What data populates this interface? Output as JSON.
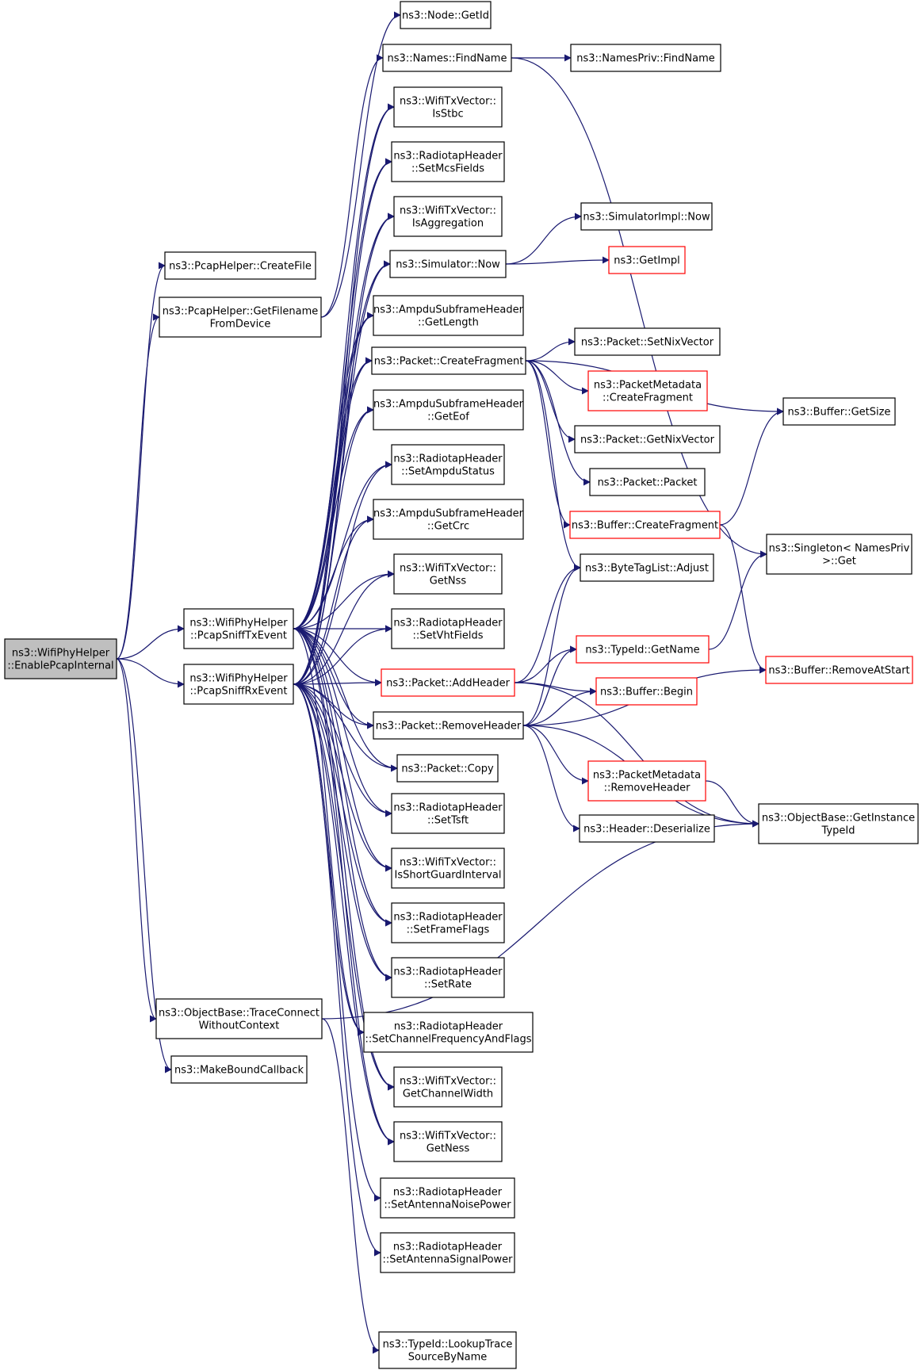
{
  "colors": {
    "edge": "#191970",
    "node_border": "#000000",
    "node_border_truncated": "#ff0000",
    "root_fill": "#bfbfbf",
    "node_fill": "#ffffff"
  },
  "nodes": [
    {
      "id": "root",
      "lines": [
        "ns3::WifiPhyHelper",
        "::EnablePcapInternal"
      ],
      "style": "root"
    },
    {
      "id": "createfile",
      "lines": [
        "ns3::PcapHelper::CreateFile"
      ]
    },
    {
      "id": "getfilename",
      "lines": [
        "ns3::PcapHelper::GetFilename",
        "FromDevice"
      ]
    },
    {
      "id": "tx",
      "lines": [
        "ns3::WifiPhyHelper",
        "::PcapSniffTxEvent"
      ]
    },
    {
      "id": "rx",
      "lines": [
        "ns3::WifiPhyHelper",
        "::PcapSniffRxEvent"
      ]
    },
    {
      "id": "traceconnect",
      "lines": [
        "ns3::ObjectBase::TraceConnect",
        "WithoutContext"
      ]
    },
    {
      "id": "makebound",
      "lines": [
        "ns3::MakeBoundCallback"
      ]
    },
    {
      "id": "nodegetid",
      "lines": [
        "ns3::Node::GetId"
      ]
    },
    {
      "id": "findname",
      "lines": [
        "ns3::Names::FindName"
      ]
    },
    {
      "id": "isstbc",
      "lines": [
        "ns3::WifiTxVector::",
        "IsStbc"
      ]
    },
    {
      "id": "setmcs",
      "lines": [
        "ns3::RadiotapHeader",
        "::SetMcsFields"
      ]
    },
    {
      "id": "isaggr",
      "lines": [
        "ns3::WifiTxVector::",
        "IsAggregation"
      ]
    },
    {
      "id": "simnow",
      "lines": [
        "ns3::Simulator::Now"
      ]
    },
    {
      "id": "ampdulen",
      "lines": [
        "ns3::AmpduSubframeHeader",
        "::GetLength"
      ]
    },
    {
      "id": "createfrag",
      "lines": [
        "ns3::Packet::CreateFragment"
      ]
    },
    {
      "id": "ampdueof",
      "lines": [
        "ns3::AmpduSubframeHeader",
        "::GetEof"
      ]
    },
    {
      "id": "setampdu",
      "lines": [
        "ns3::RadiotapHeader",
        "::SetAmpduStatus"
      ]
    },
    {
      "id": "ampducrc",
      "lines": [
        "ns3::AmpduSubframeHeader",
        "::GetCrc"
      ]
    },
    {
      "id": "getnss",
      "lines": [
        "ns3::WifiTxVector::",
        "GetNss"
      ]
    },
    {
      "id": "setvht",
      "lines": [
        "ns3::RadiotapHeader",
        "::SetVhtFields"
      ]
    },
    {
      "id": "addheader",
      "lines": [
        "ns3::Packet::AddHeader"
      ],
      "style": "truncated"
    },
    {
      "id": "removeheader",
      "lines": [
        "ns3::Packet::RemoveHeader"
      ]
    },
    {
      "id": "copy",
      "lines": [
        "ns3::Packet::Copy"
      ]
    },
    {
      "id": "settsft",
      "lines": [
        "ns3::RadiotapHeader",
        "::SetTsft"
      ]
    },
    {
      "id": "isshortgi",
      "lines": [
        "ns3::WifiTxVector::",
        "IsShortGuardInterval"
      ]
    },
    {
      "id": "setframeflags",
      "lines": [
        "ns3::RadiotapHeader",
        "::SetFrameFlags"
      ]
    },
    {
      "id": "setrate",
      "lines": [
        "ns3::RadiotapHeader",
        "::SetRate"
      ]
    },
    {
      "id": "setchannel",
      "lines": [
        "ns3::RadiotapHeader",
        "::SetChannelFrequencyAndFlags"
      ]
    },
    {
      "id": "getchwidth",
      "lines": [
        "ns3::WifiTxVector::",
        "GetChannelWidth"
      ]
    },
    {
      "id": "getness",
      "lines": [
        "ns3::WifiTxVector::",
        "GetNess"
      ]
    },
    {
      "id": "setnoise",
      "lines": [
        "ns3::RadiotapHeader",
        "::SetAntennaNoisePower"
      ]
    },
    {
      "id": "setsignal",
      "lines": [
        "ns3::RadiotapHeader",
        "::SetAntennaSignalPower"
      ]
    },
    {
      "id": "lookuptrace",
      "lines": [
        "ns3::TypeId::LookupTrace",
        "SourceByName"
      ]
    },
    {
      "id": "namesprivfind",
      "lines": [
        "ns3::NamesPriv::FindName"
      ]
    },
    {
      "id": "simimplnow",
      "lines": [
        "ns3::SimulatorImpl::Now"
      ]
    },
    {
      "id": "getimpl",
      "lines": [
        "ns3::GetImpl"
      ],
      "style": "truncated"
    },
    {
      "id": "setnix",
      "lines": [
        "ns3::Packet::SetNixVector"
      ]
    },
    {
      "id": "pmcreatefrag",
      "lines": [
        "ns3::PacketMetadata",
        "::CreateFragment"
      ],
      "style": "truncated"
    },
    {
      "id": "getnix",
      "lines": [
        "ns3::Packet::GetNixVector"
      ]
    },
    {
      "id": "packetctor",
      "lines": [
        "ns3::Packet::Packet"
      ]
    },
    {
      "id": "bufcreatefrag",
      "lines": [
        "ns3::Buffer::CreateFragment"
      ],
      "style": "truncated"
    },
    {
      "id": "bytetagadjust",
      "lines": [
        "ns3::ByteTagList::Adjust"
      ]
    },
    {
      "id": "typeidgetname",
      "lines": [
        "ns3::TypeId::GetName"
      ],
      "style": "truncated"
    },
    {
      "id": "bufbegin",
      "lines": [
        "ns3::Buffer::Begin"
      ],
      "style": "truncated"
    },
    {
      "id": "pmremoveheader",
      "lines": [
        "ns3::PacketMetadata",
        "::RemoveHeader"
      ],
      "style": "truncated"
    },
    {
      "id": "deserialize",
      "lines": [
        "ns3::Header::Deserialize"
      ]
    },
    {
      "id": "bufgetsize",
      "lines": [
        "ns3::Buffer::GetSize"
      ]
    },
    {
      "id": "singleton",
      "lines": [
        "ns3::Singleton< NamesPriv",
        ">::Get"
      ]
    },
    {
      "id": "removeatstart",
      "lines": [
        "ns3::Buffer::RemoveAtStart"
      ],
      "style": "truncated"
    },
    {
      "id": "getinstancetypeid",
      "lines": [
        "ns3::ObjectBase::GetInstance",
        "TypeId"
      ]
    }
  ],
  "edges": [
    [
      "root",
      "createfile"
    ],
    [
      "root",
      "getfilename"
    ],
    [
      "root",
      "tx"
    ],
    [
      "root",
      "rx"
    ],
    [
      "root",
      "traceconnect"
    ],
    [
      "root",
      "makebound"
    ],
    [
      "getfilename",
      "nodegetid"
    ],
    [
      "getfilename",
      "findname"
    ],
    [
      "findname",
      "namesprivfind"
    ],
    [
      "findname",
      "singleton"
    ],
    [
      "tx",
      "isstbc"
    ],
    [
      "tx",
      "setmcs"
    ],
    [
      "tx",
      "isaggr"
    ],
    [
      "tx",
      "simnow"
    ],
    [
      "tx",
      "ampdulen"
    ],
    [
      "tx",
      "createfrag"
    ],
    [
      "tx",
      "ampdueof"
    ],
    [
      "tx",
      "setampdu"
    ],
    [
      "tx",
      "ampducrc"
    ],
    [
      "tx",
      "getnss"
    ],
    [
      "tx",
      "setvht"
    ],
    [
      "tx",
      "addheader"
    ],
    [
      "tx",
      "removeheader"
    ],
    [
      "tx",
      "copy"
    ],
    [
      "tx",
      "settsft"
    ],
    [
      "tx",
      "isshortgi"
    ],
    [
      "tx",
      "setframeflags"
    ],
    [
      "tx",
      "setrate"
    ],
    [
      "tx",
      "setchannel"
    ],
    [
      "tx",
      "getchwidth"
    ],
    [
      "tx",
      "getness"
    ],
    [
      "rx",
      "isstbc"
    ],
    [
      "rx",
      "setmcs"
    ],
    [
      "rx",
      "isaggr"
    ],
    [
      "rx",
      "simnow"
    ],
    [
      "rx",
      "ampdulen"
    ],
    [
      "rx",
      "createfrag"
    ],
    [
      "rx",
      "ampdueof"
    ],
    [
      "rx",
      "setampdu"
    ],
    [
      "rx",
      "ampducrc"
    ],
    [
      "rx",
      "getnss"
    ],
    [
      "rx",
      "setvht"
    ],
    [
      "rx",
      "addheader"
    ],
    [
      "rx",
      "removeheader"
    ],
    [
      "rx",
      "copy"
    ],
    [
      "rx",
      "settsft"
    ],
    [
      "rx",
      "isshortgi"
    ],
    [
      "rx",
      "setframeflags"
    ],
    [
      "rx",
      "setrate"
    ],
    [
      "rx",
      "setchannel"
    ],
    [
      "rx",
      "getchwidth"
    ],
    [
      "rx",
      "getness"
    ],
    [
      "rx",
      "setnoise"
    ],
    [
      "rx",
      "setsignal"
    ],
    [
      "traceconnect",
      "lookuptrace"
    ],
    [
      "traceconnect",
      "getinstancetypeid"
    ],
    [
      "simnow",
      "simimplnow"
    ],
    [
      "simnow",
      "getimpl"
    ],
    [
      "createfrag",
      "bufgetsize"
    ],
    [
      "createfrag",
      "setnix"
    ],
    [
      "createfrag",
      "pmcreatefrag"
    ],
    [
      "createfrag",
      "getnix"
    ],
    [
      "createfrag",
      "packetctor"
    ],
    [
      "createfrag",
      "bufcreatefrag"
    ],
    [
      "createfrag",
      "bytetagadjust"
    ],
    [
      "bufcreatefrag",
      "bufgetsize"
    ],
    [
      "bufcreatefrag",
      "removeatstart"
    ],
    [
      "addheader",
      "bytetagadjust"
    ],
    [
      "addheader",
      "typeidgetname"
    ],
    [
      "addheader",
      "bufbegin"
    ],
    [
      "addheader",
      "getinstancetypeid"
    ],
    [
      "removeheader",
      "bytetagadjust"
    ],
    [
      "removeheader",
      "typeidgetname"
    ],
    [
      "removeheader",
      "bufbegin"
    ],
    [
      "removeheader",
      "pmremoveheader"
    ],
    [
      "removeheader",
      "deserialize"
    ],
    [
      "removeheader",
      "removeatstart"
    ],
    [
      "removeheader",
      "getinstancetypeid"
    ],
    [
      "typeidgetname",
      "singleton"
    ],
    [
      "pmremoveheader",
      "getinstancetypeid"
    ]
  ]
}
